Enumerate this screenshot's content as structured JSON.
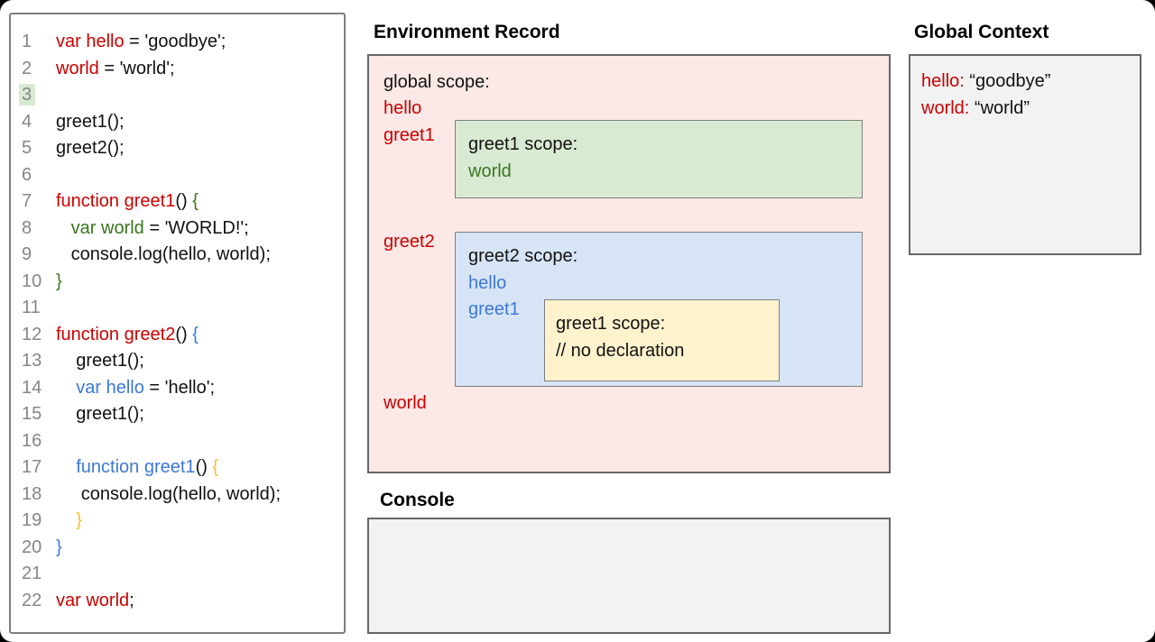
{
  "colors": {
    "global_scope_accent": "#cc0000",
    "greet1_scope_accent": "#38761d",
    "greet2_scope_accent": "#3c78d8",
    "nested_greet1_accent": "#f1c232",
    "global_scope_fill": "#fce8e6",
    "greet1_scope_fill": "#d9ead3",
    "greet2_scope_fill": "#d7e4f6",
    "nested_greet1_fill": "#fff2cc",
    "context_fill": "#f2f2f2",
    "line_highlight": "#d9ead3"
  },
  "code_panel": {
    "lines": [
      {
        "n": "1",
        "segs": [
          {
            "t": "var hello",
            "c": "red"
          },
          {
            "t": " = 'goodbye';",
            "c": "k"
          }
        ]
      },
      {
        "n": "2",
        "segs": [
          {
            "t": "world",
            "c": "red"
          },
          {
            "t": " = 'world';",
            "c": "k"
          }
        ]
      },
      {
        "n": "3",
        "hl": true,
        "segs": []
      },
      {
        "n": "4",
        "segs": [
          {
            "t": "greet1();",
            "c": "k"
          }
        ]
      },
      {
        "n": "5",
        "segs": [
          {
            "t": "greet2();",
            "c": "k"
          }
        ]
      },
      {
        "n": "6",
        "segs": []
      },
      {
        "n": "7",
        "segs": [
          {
            "t": "function greet1",
            "c": "red"
          },
          {
            "t": "() ",
            "c": "k"
          },
          {
            "t": "{",
            "c": "green"
          }
        ]
      },
      {
        "n": "8",
        "segs": [
          {
            "t": "   ",
            "c": "k"
          },
          {
            "t": "var world",
            "c": "green"
          },
          {
            "t": " = 'WORLD!';",
            "c": "k"
          }
        ]
      },
      {
        "n": "9",
        "segs": [
          {
            "t": "   console.log(hello, world);",
            "c": "k"
          }
        ]
      },
      {
        "n": "10",
        "segs": [
          {
            "t": "}",
            "c": "green"
          }
        ]
      },
      {
        "n": "11",
        "segs": []
      },
      {
        "n": "12",
        "segs": [
          {
            "t": "function greet2",
            "c": "red"
          },
          {
            "t": "() ",
            "c": "k"
          },
          {
            "t": "{",
            "c": "blue"
          }
        ]
      },
      {
        "n": "13",
        "segs": [
          {
            "t": "    greet1();",
            "c": "k"
          }
        ]
      },
      {
        "n": "14",
        "segs": [
          {
            "t": "    ",
            "c": "k"
          },
          {
            "t": "var hello",
            "c": "blue"
          },
          {
            "t": " = 'hello';",
            "c": "k"
          }
        ]
      },
      {
        "n": "15",
        "segs": [
          {
            "t": "    greet1();",
            "c": "k"
          }
        ]
      },
      {
        "n": "16",
        "segs": []
      },
      {
        "n": "17",
        "segs": [
          {
            "t": "    ",
            "c": "k"
          },
          {
            "t": "function greet1",
            "c": "blue"
          },
          {
            "t": "() ",
            "c": "k"
          },
          {
            "t": "{",
            "c": "gold"
          }
        ]
      },
      {
        "n": "18",
        "segs": [
          {
            "t": "     console.log(hello, world);",
            "c": "k"
          }
        ]
      },
      {
        "n": "19",
        "segs": [
          {
            "t": "    ",
            "c": "k"
          },
          {
            "t": "}",
            "c": "gold"
          }
        ]
      },
      {
        "n": "20",
        "segs": [
          {
            "t": "}",
            "c": "blue"
          }
        ]
      },
      {
        "n": "21",
        "segs": []
      },
      {
        "n": "22",
        "segs": [
          {
            "t": "var world",
            "c": "red"
          },
          {
            "t": ";",
            "c": "k"
          }
        ]
      }
    ]
  },
  "environment_record": {
    "title": "Environment Record",
    "global_scope_label": "global scope:",
    "global_vars": [
      "hello",
      "greet1",
      "greet2",
      "world"
    ],
    "greet1_scope": {
      "label": "greet1 scope:",
      "vars": [
        "world"
      ]
    },
    "greet2_scope": {
      "label": "greet2 scope:",
      "vars": [
        "hello",
        "greet1"
      ]
    },
    "nested_greet1_scope": {
      "label": "greet1 scope:",
      "comment": "// no declaration"
    }
  },
  "global_context": {
    "title": "Global Context",
    "entries": [
      {
        "name": "hello:",
        "value": " “goodbye”"
      },
      {
        "name": "world:",
        "value": " “world”"
      }
    ]
  },
  "console": {
    "title": "Console"
  }
}
